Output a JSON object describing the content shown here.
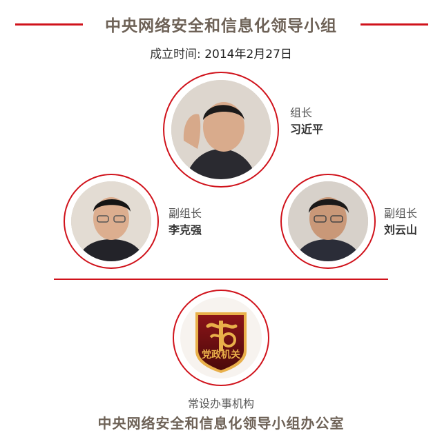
{
  "title": "中央网络安全和信息化领导小组",
  "established": {
    "label": "成立时间:",
    "value": "2014年2月27日"
  },
  "leader": {
    "role": "组长",
    "name": "习近平"
  },
  "deputies": [
    {
      "role": "副组长",
      "name": "李克强"
    },
    {
      "role": "副组长",
      "name": "刘云山"
    }
  ],
  "emblem_text": "党政机关",
  "standing_body_label": "常设办事机构",
  "office_name": "中央网络安全和信息化领导小组办公室",
  "colors": {
    "accent": "#d0121b",
    "title": "#6e6257",
    "emblem_dark": "#5e0c0c",
    "emblem_gold": "#e9b04a"
  },
  "icons": [
    "portrait-photo",
    "party-government-emblem"
  ]
}
